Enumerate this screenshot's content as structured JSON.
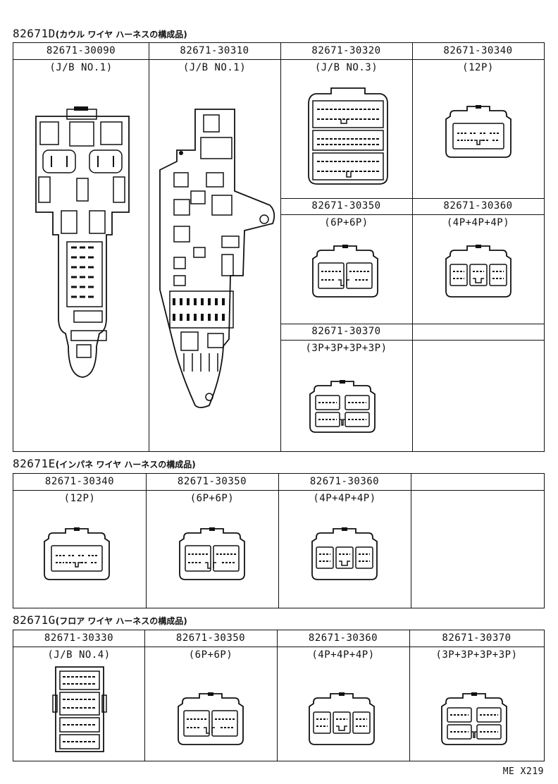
{
  "sections": [
    {
      "code": "82671D",
      "note": "(カウル ワイヤ ハーネスの構成品)",
      "cells": [
        {
          "part": "82671-30090",
          "desc": "(J/B NO.1)",
          "icon": "junction-block-1-icon"
        },
        {
          "part": "82671-30310",
          "desc": "(J/B NO.1)",
          "icon": "junction-block-1b-icon"
        },
        {
          "part": "82671-30320",
          "desc": "(J/B NO.3)",
          "icon": "junction-block-3-icon"
        },
        {
          "part": "82671-30340",
          "desc": "(12P)",
          "icon": "connector-12p-icon"
        },
        {
          "part": "82671-30350",
          "desc": "(6P+6P)",
          "icon": "connector-6p6p-icon"
        },
        {
          "part": "82671-30360",
          "desc": "(4P+4P+4P)",
          "icon": "connector-4p4p4p-icon"
        },
        {
          "part": "82671-30370",
          "desc": "(3P+3P+3P+3P)",
          "icon": "connector-3p3p3p3p-icon"
        }
      ]
    },
    {
      "code": "82671E",
      "note": "(インパネ ワイヤ ハーネスの構成品)",
      "cells": [
        {
          "part": "82671-30340",
          "desc": "(12P)",
          "icon": "connector-12p-icon"
        },
        {
          "part": "82671-30350",
          "desc": "(6P+6P)",
          "icon": "connector-6p6p-icon"
        },
        {
          "part": "82671-30360",
          "desc": "(4P+4P+4P)",
          "icon": "connector-4p4p4p-icon"
        }
      ]
    },
    {
      "code": "82671G",
      "note": "(フロア ワイヤ ハーネスの構成品)",
      "cells": [
        {
          "part": "82671-30330",
          "desc": "(J/B NO.4)",
          "icon": "junction-block-4-icon"
        },
        {
          "part": "82671-30350",
          "desc": "(6P+6P)",
          "icon": "connector-6p6p-icon"
        },
        {
          "part": "82671-30360",
          "desc": "(4P+4P+4P)",
          "icon": "connector-4p4p4p-icon"
        },
        {
          "part": "82671-30370",
          "desc": "(3P+3P+3P+3P)",
          "icon": "connector-3p3p3p3p-icon"
        }
      ]
    }
  ],
  "footer": "ME X219"
}
